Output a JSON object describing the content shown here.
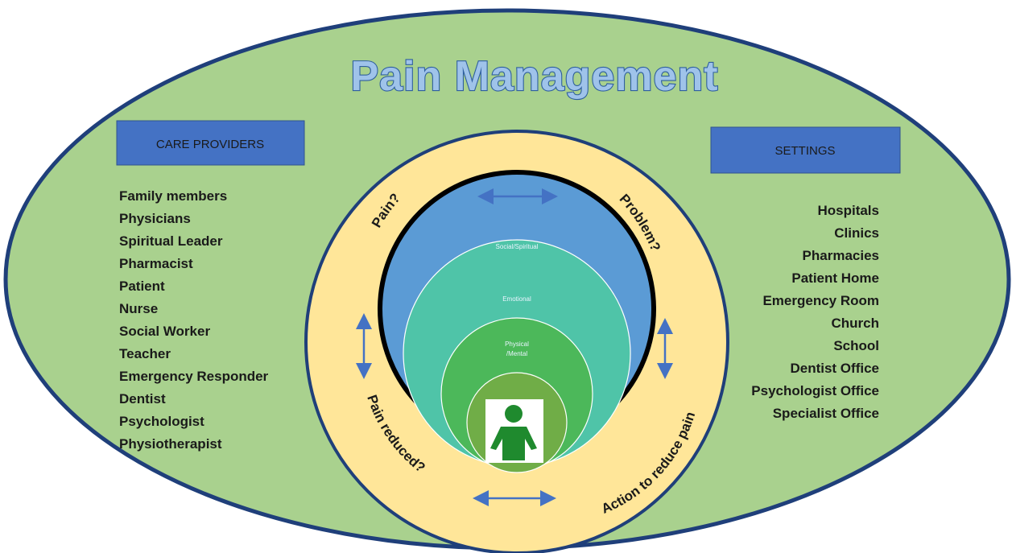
{
  "title": "Pain Management",
  "care_providers": {
    "header": "CARE PROVIDERS",
    "items": [
      "Family members",
      "Physicians",
      "Spiritual Leader",
      "Pharmacist",
      "Patient",
      "Nurse",
      "Social Worker",
      "Teacher",
      "Emergency Responder",
      "Dentist",
      "Psychologist",
      "Physiotherapist"
    ]
  },
  "settings": {
    "header": "SETTINGS",
    "items": [
      "Hospitals",
      "Clinics",
      "Pharmacies",
      "Patient Home",
      "Emergency Room",
      "Church",
      "School",
      "Dentist Office",
      "Psychologist Office",
      "Specialist Office"
    ]
  },
  "cycle": {
    "pain": "Pain?",
    "problem": "Problem?",
    "pain_reduced": "Pain reduced?",
    "action": "Action to reduce pain"
  },
  "layers": {
    "social": "Social/Spiritual",
    "emotional": "Emotional",
    "physical_line1": "Physical",
    "physical_line2": "/Mental"
  },
  "colors": {
    "outer_ellipse": "#a9d18e",
    "outer_border": "#1f3f7a",
    "ring": "#ffe699",
    "header_box": "#4472c4",
    "arrow": "#4472c4",
    "layer_social": "#5b9bd5",
    "layer_emotional": "#4fc4a8",
    "layer_physical": "#4cb85a",
    "layer_core": "#70ad47",
    "person": "#1f8a2e"
  },
  "icons": [
    "person-icon",
    "double-arrow-icon"
  ]
}
